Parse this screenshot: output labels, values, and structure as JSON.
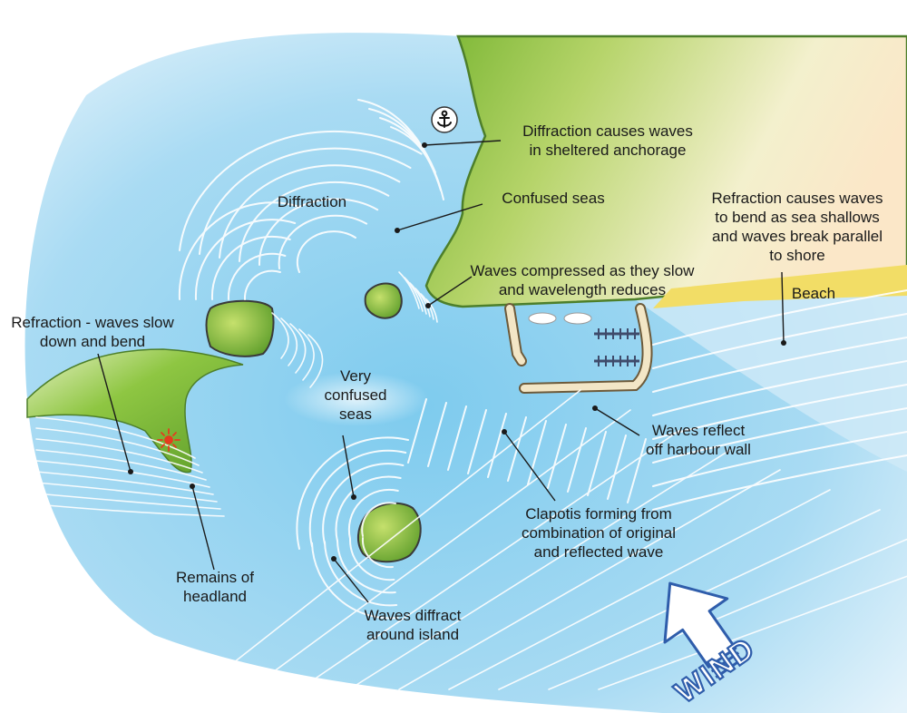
{
  "labels": {
    "sheltered_anchorage": "Diffraction causes waves\nin sheltered anchorage",
    "diffraction": "Diffraction",
    "confused_seas": "Confused seas",
    "refraction_bend": "Refraction causes waves\nto bend as sea shallows\nand waves break parallel\nto shore",
    "waves_compressed": "Waves compressed as they slow\nand wavelength reduces",
    "beach": "Beach",
    "refraction_slow": "Refraction - waves slow\ndown and bend",
    "very_confused": "Very\nconfused\nseas",
    "reflect_wall": "Waves reflect\noff harbour wall",
    "clapotis": "Clapotis forming from\ncombination of original\nand reflected wave",
    "remains_headland": "Remains of\nheadland",
    "diffract_island": "Waves diffract\naround island",
    "wind": "WIND"
  },
  "icons": [
    "anchor-icon",
    "rock-hazard-icon",
    "wind-arrow-icon"
  ],
  "colors": {
    "sea": "#8fd0ef",
    "sea_light": "#d6eefa",
    "land": "#7dbb3a",
    "land_light": "#eef3c8",
    "beach": "#f2dd66",
    "wave_line": "#ffffff",
    "harbour_wall": "#f3e6c6",
    "hazard": "#e53b1e"
  }
}
